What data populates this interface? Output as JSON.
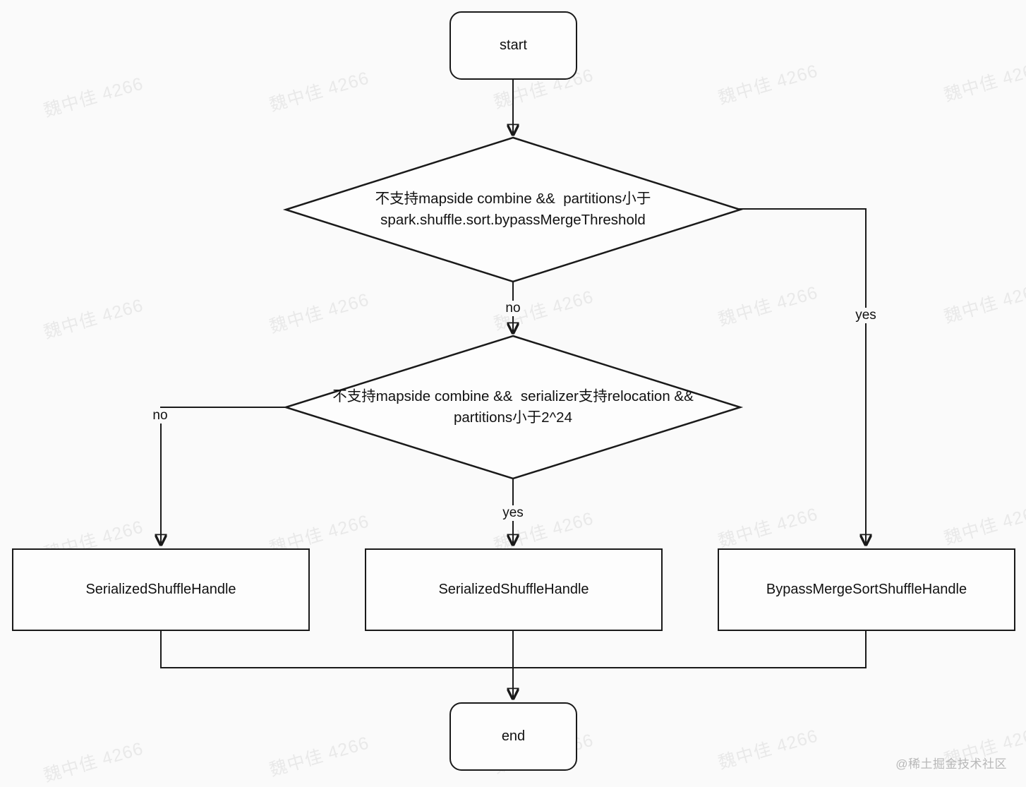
{
  "flowchart": {
    "start": {
      "label": "start"
    },
    "end": {
      "label": "end"
    },
    "decision1": {
      "line1": "不支持mapside combine &&  partitions小于",
      "line2": "spark.shuffle.sort.bypassMergeThreshold",
      "no_label": "no",
      "yes_label": "yes"
    },
    "decision2": {
      "line1": "不支持mapside combine &&  serializer支持relocation &&",
      "line2": "partitions小于2^24",
      "no_label": "no",
      "yes_label": "yes"
    },
    "result_left": {
      "label": "SerializedShuffleHandle"
    },
    "result_middle": {
      "label": "SerializedShuffleHandle"
    },
    "result_right": {
      "label": "BypassMergeSortShuffleHandle"
    }
  },
  "watermark": {
    "text": "魏中佳 4266"
  },
  "credit": {
    "text": "@稀土掘金技术社区"
  },
  "colors": {
    "line": "#1a1a1a",
    "shape_fill": "#fdfdfd",
    "background": "#fafafa",
    "watermark": "#e9e9e9",
    "credit": "#b8b8b8"
  }
}
